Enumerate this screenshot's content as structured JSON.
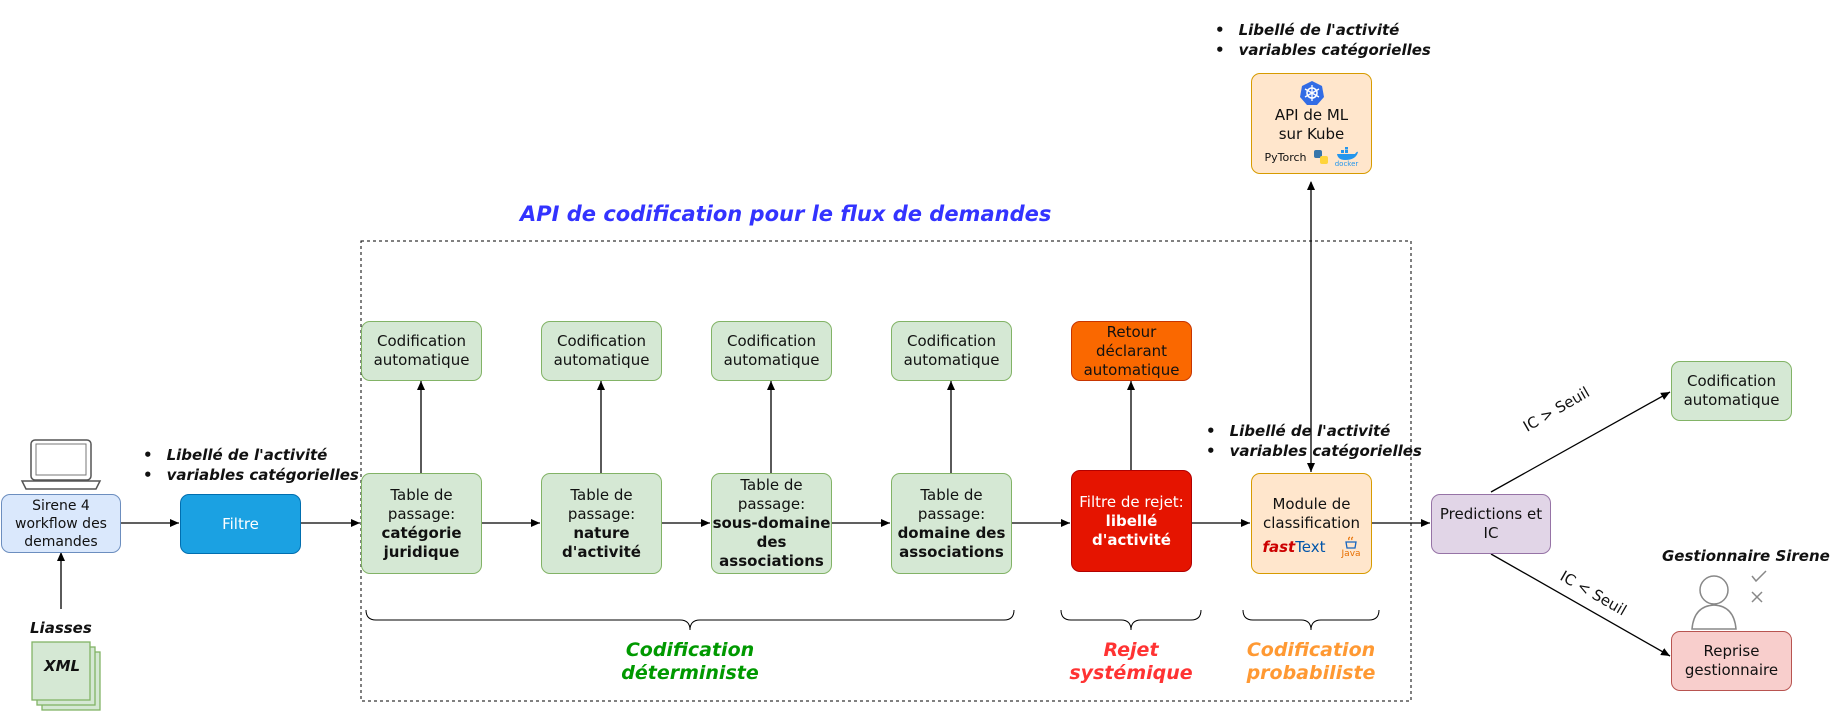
{
  "title": "API de codification pour le flux de demandes",
  "nodes": {
    "sirene": "Sirene 4 workflow des demandes",
    "liasses": "Liasses",
    "xml": "XML",
    "filtre": "Filtre",
    "table1_line1": "Table de passage:",
    "table1_bold": "catégorie juridique",
    "table2_line1": "Table de passage:",
    "table2_bold": "nature d'activité",
    "table3_line1": "Table de passage:",
    "table3_bold": "sous-domaine des associations",
    "table4_line1": "Table de passage:",
    "table4_bold": "domaine des associations",
    "codif_auto": "Codification automatique",
    "retour": "Retour déclarant automatique",
    "rejet_line1": "Filtre de rejet:",
    "rejet_bold": "libellé d'activité",
    "module": "Module de classification",
    "api_ml": "API de ML sur Kube",
    "predictions": "Predictions et IC",
    "codif_final": "Codification automatique",
    "reprise": "Reprise gestionnaire",
    "gestionnaire": "Gestionnaire Sirene"
  },
  "bullets": {
    "item1": "Libellé de l'activité",
    "item2": "variables catégorielles"
  },
  "edge_labels": {
    "ic_sup": "IC > Seuil",
    "ic_inf": "IC < Seuil"
  },
  "brackets": {
    "deterministe": "Codification déterministe",
    "rejet": "Rejet systémique",
    "probabiliste": "Codification probabiliste"
  },
  "logos": {
    "pytorch": "PyTorch",
    "fasttext_fast": "fast",
    "fasttext_text": "Text",
    "java": "Java",
    "docker": "docker"
  },
  "colors": {
    "title": "#3333ff",
    "deterministe": "#009900",
    "rejet": "#ff3333",
    "probabiliste": "#ff9933"
  },
  "icons": [
    "laptop-icon",
    "document-stack-icon",
    "kubernetes-icon",
    "python-icon",
    "docker-icon",
    "java-icon",
    "user-check-icon"
  ]
}
